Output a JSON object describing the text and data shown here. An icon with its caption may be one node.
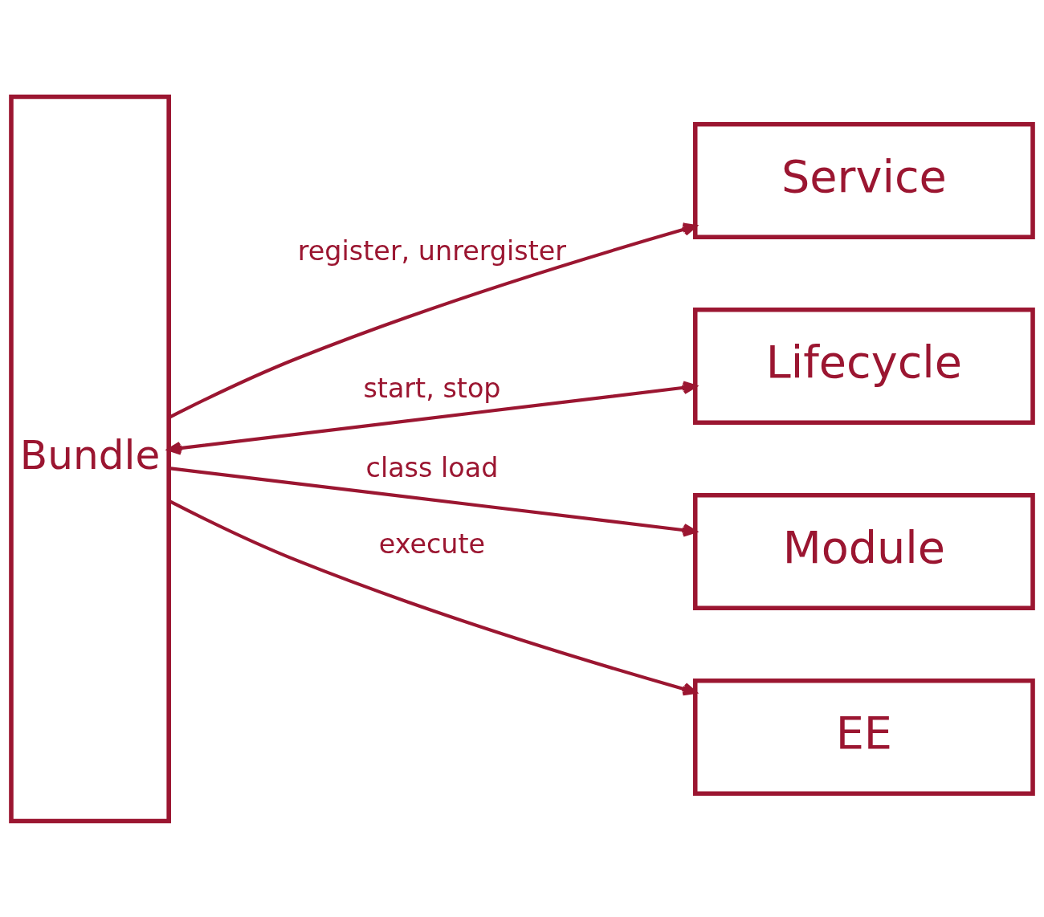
{
  "diagram": {
    "nodes": [
      {
        "text": [
          "Bundle"
        ]
      },
      {
        "text": [
          "Service"
        ]
      },
      {
        "text": [
          "Lifecycle"
        ]
      },
      {
        "text": [
          "Module"
        ]
      },
      {
        "text": [
          "EE"
        ]
      }
    ],
    "edges": [
      {
        "from": 0,
        "to": 1,
        "arrow": "to",
        "label": "register, unrergister"
      },
      {
        "from": 0,
        "to": 2,
        "arrow": "both",
        "label": "start, stop"
      },
      {
        "from": 0,
        "to": 3,
        "arrow": "to",
        "label": "class load"
      },
      {
        "from": 0,
        "to": 4,
        "arrow": "to",
        "label": "execute"
      }
    ]
  }
}
